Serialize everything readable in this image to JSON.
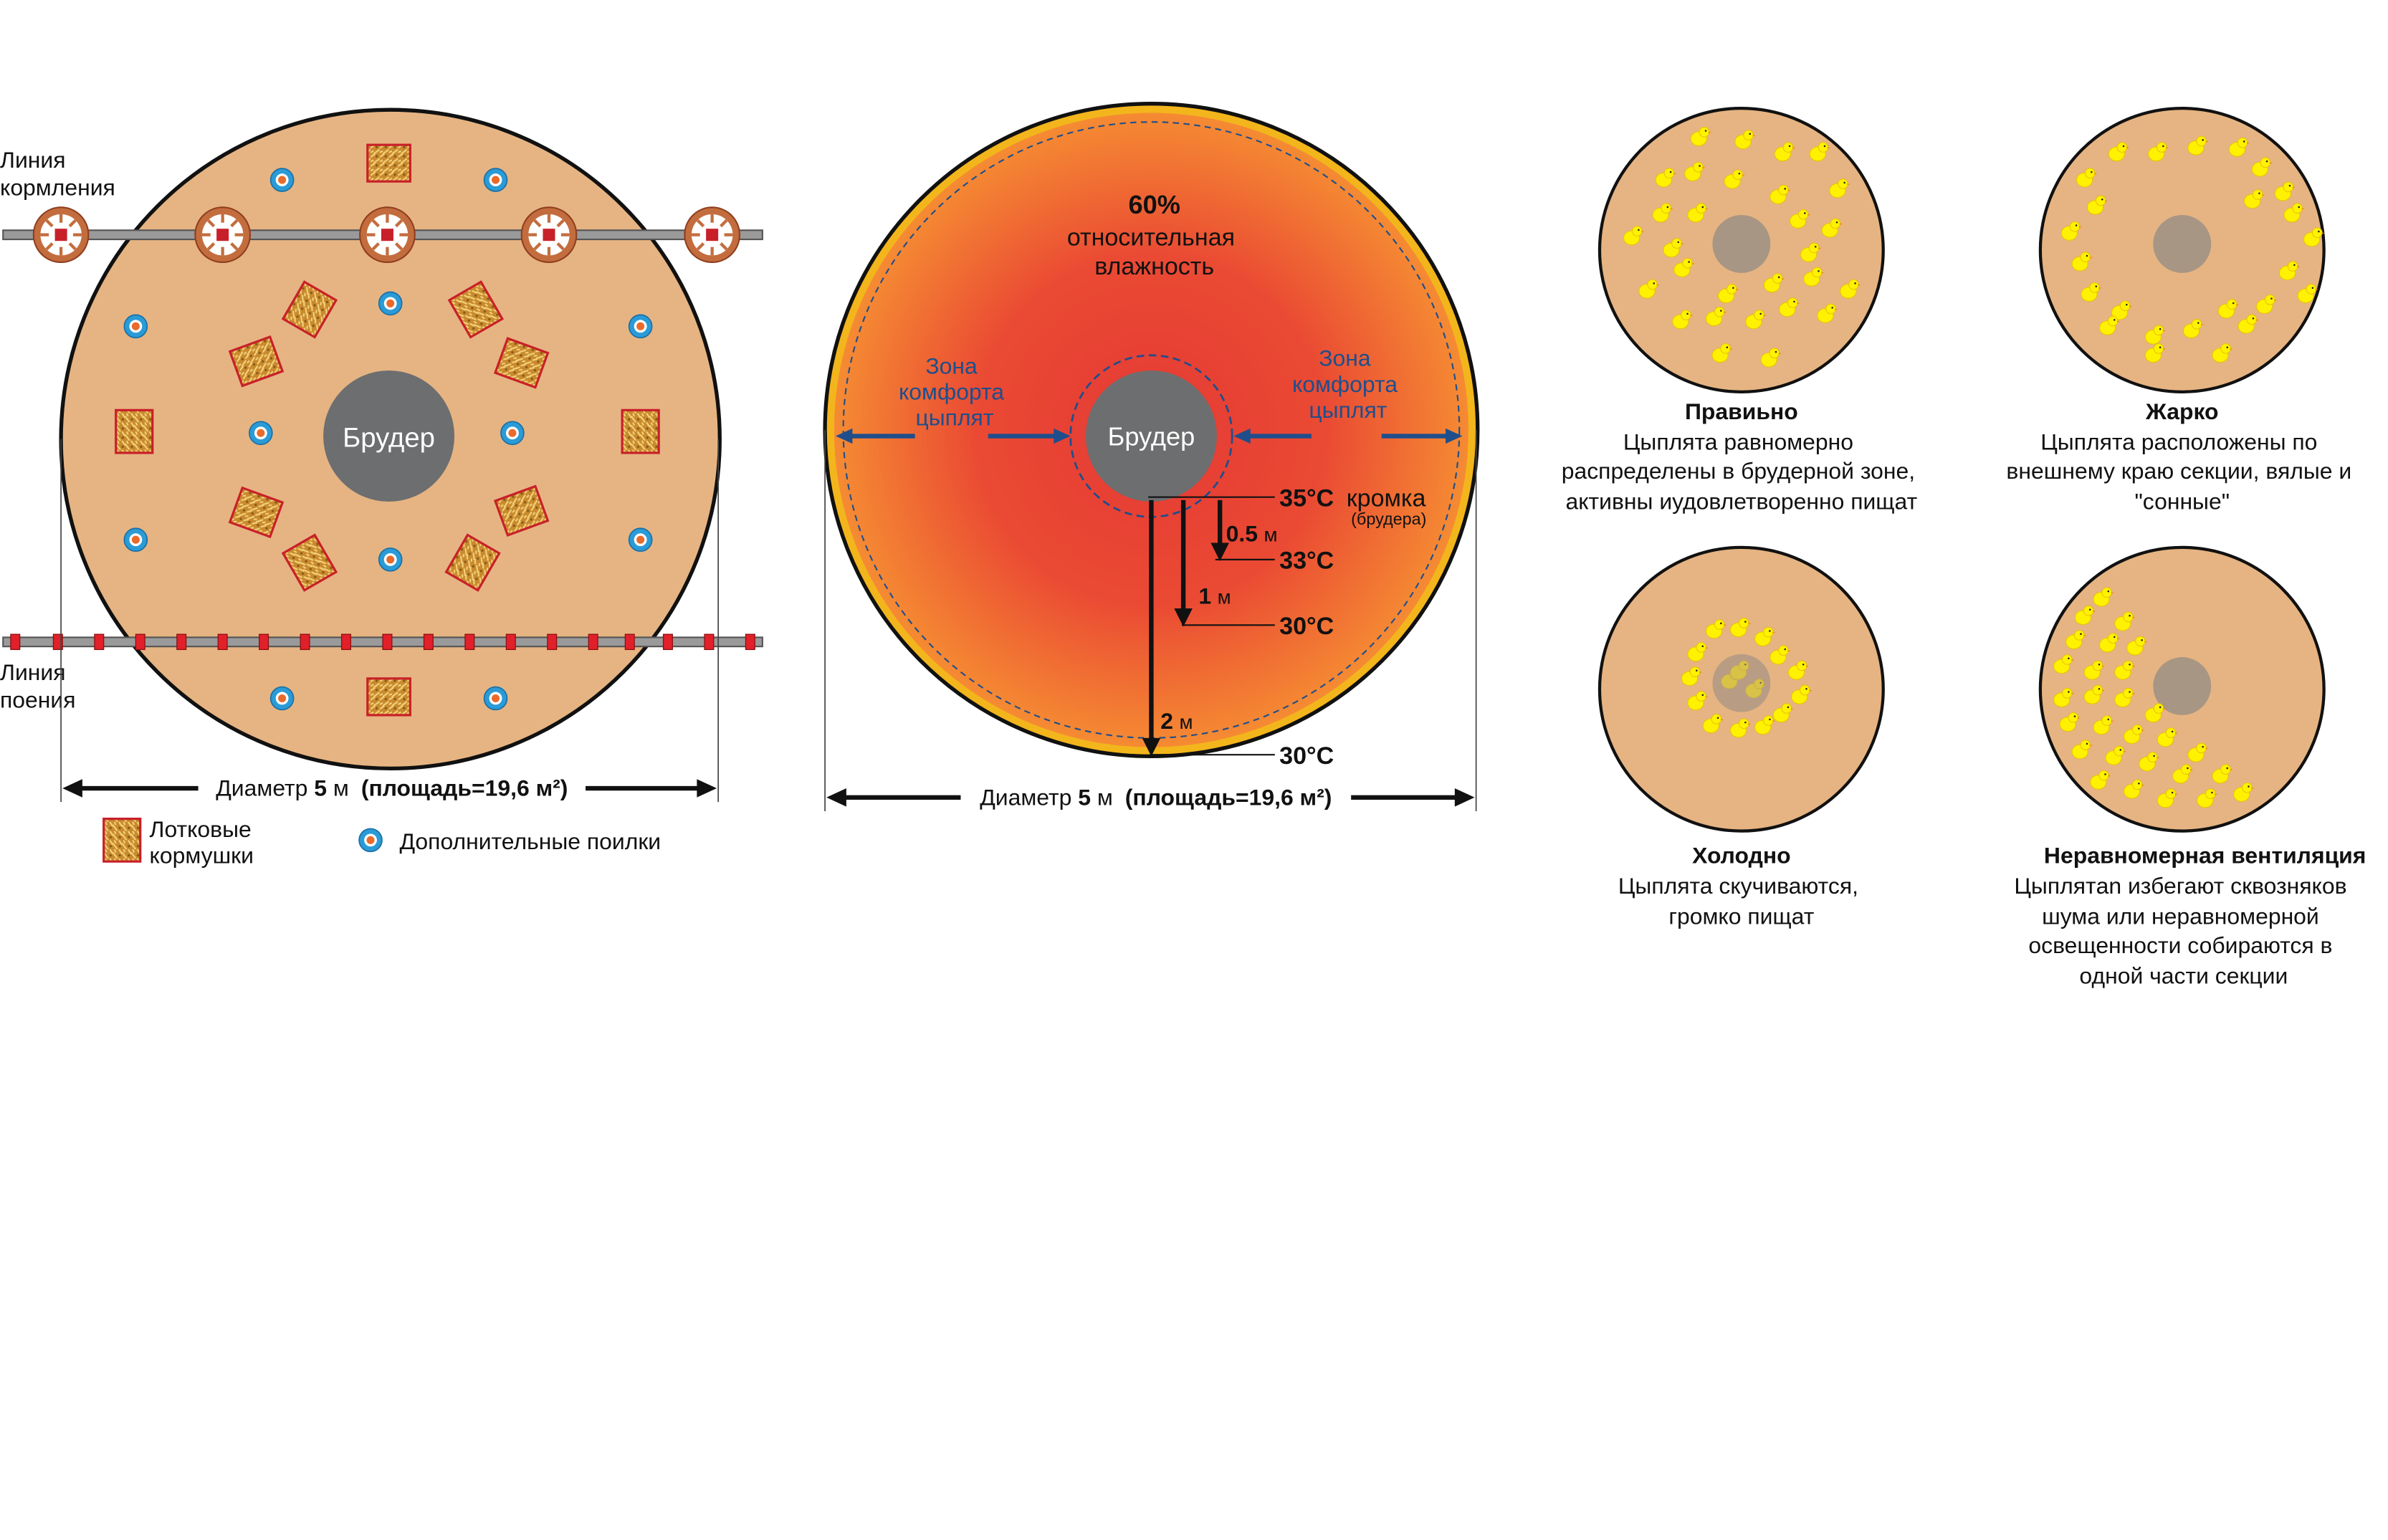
{
  "diagram1": {
    "feed_line_label": [
      "Линия",
      "кормления"
    ],
    "water_line_label": [
      "Линия",
      "поения"
    ],
    "brooder_label": "Брудер",
    "diameter_prefix": "Диаметр ",
    "diameter_value": "5",
    "diameter_unit": " м",
    "area_label": "(площадь=19,6 м²)",
    "legend_tray_label": [
      "Лотковые",
      "кормушки"
    ],
    "legend_drinker_label": "Дополнительные поилки"
  },
  "diagram2": {
    "humidity_value": "60%",
    "humidity_label": [
      "относительная",
      "влажность"
    ],
    "comfort_zone_label": [
      "Зона",
      "комфорта",
      "цыплят"
    ],
    "brooder_label": "Брудер",
    "t_edge": "35°C",
    "edge_label": "кромка",
    "edge_sub_label": "(брудера)",
    "d1": "0.5",
    "t1": "33°C",
    "d2": "1",
    "t2": "30°C",
    "d3": "2",
    "t3": "30°C",
    "unit_m": "м",
    "diameter_prefix": "Диаметр ",
    "diameter_value": "5",
    "diameter_unit": " м",
    "area_label": "(площадь=19,6 м²)"
  },
  "scenarios": [
    {
      "title": "Правиьно",
      "lines": [
        "Цыплята равномерно",
        "распределены в брудерной зоне,",
        "активны иудовлетворенно пищат"
      ]
    },
    {
      "title": "Жарко",
      "lines": [
        "Цыплята расположены по",
        "внешнему краю секции, вялые и",
        "\"сонные\""
      ]
    },
    {
      "title": "Холодно",
      "lines": [
        "Цыплята скучиваются,",
        "громко пищат"
      ]
    },
    {
      "title": "Неравномерная вентиляция",
      "lines": [
        "Цыплятan избегают сквозняков",
        "шума или неравномерной",
        "освещенности собираются в",
        "одной части секции"
      ]
    }
  ],
  "colors": {
    "floor": "#e6b482",
    "brooder": "#6d6e70",
    "heat_center": "#e53935",
    "heat_edge": "#f47e2f",
    "ring": "#f3b51c",
    "comfort_arrow": "#1f4e8c",
    "chick": "#fff200",
    "drinker": "#2a9bd7"
  },
  "icons": [
    "tray-feeder-icon",
    "drinker-icon",
    "feeder-pan-icon",
    "nipple-icon",
    "chick-icon"
  ]
}
